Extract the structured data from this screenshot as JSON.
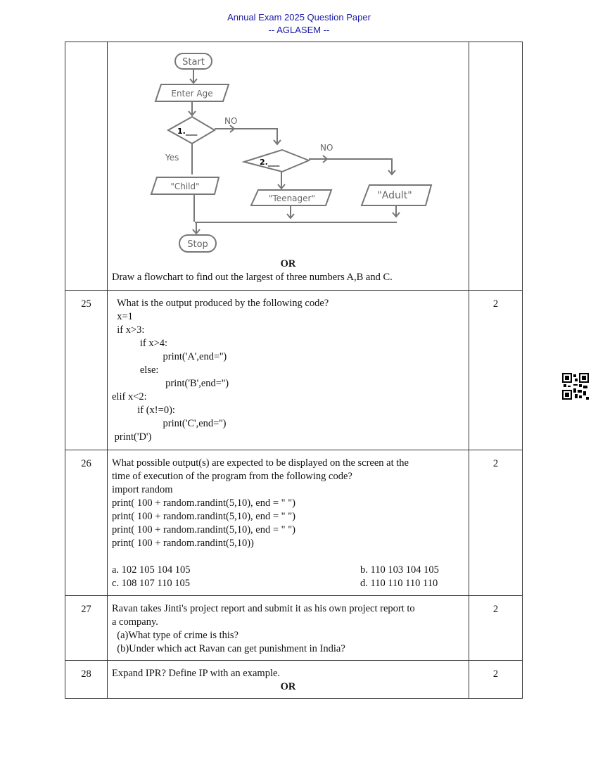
{
  "header": {
    "title": "Annual Exam 2025 Question Paper",
    "subtitle": "-- AGLASEM --"
  },
  "q24": {
    "flowchart": {
      "start": "Start",
      "input": "Enter Age",
      "decision1": "1.___",
      "decision2": "2.___",
      "yes": "Yes",
      "no1": "NO",
      "no2": "NO",
      "out_child": "\"Child\"",
      "out_teen": "\"Teenager\"",
      "out_adult": "\"Adult\"",
      "stop": "Stop"
    },
    "or": "OR",
    "alt": "Draw a flowchart to find out the largest of three numbers A,B and C."
  },
  "q25": {
    "number": "25",
    "marks": "2",
    "lines": [
      "  What is the output produced by the following code?",
      "  x=1",
      "  if x>3:",
      "           if x>4:",
      "                    print('A',end='')",
      "           else:",
      "                     print('B',end='')",
      "elif x<2:",
      "          if (x!=0):",
      "                    print('C',end='')",
      " print('D')"
    ]
  },
  "q26": {
    "number": "26",
    "marks": "2",
    "lines": [
      "What possible output(s) are expected to be displayed on the screen at the",
      "time of execution of the program from the following code?",
      "import random",
      "print( 100 + random.randint(5,10), end = \" \")",
      "print( 100 + random.randint(5,10), end = \" \")",
      "print( 100 + random.randint(5,10), end = \" \")",
      "print( 100 + random.randint(5,10))"
    ],
    "options": [
      "a. 102 105 104 105",
      "b. 110 103 104 105",
      "c. 108 107 110 105",
      "d. 110 110 110 110"
    ]
  },
  "q27": {
    "number": "27",
    "marks": "2",
    "lines": [
      "Ravan takes Jinti's project report and submit it as his own project report to",
      "a company.",
      "  (a)What type of crime is this?",
      "  (b)Under which act Ravan can get punishment in India?"
    ]
  },
  "q28": {
    "number": "28",
    "marks": "2",
    "text": "Expand IPR? Define IP with an example.",
    "or": "OR"
  }
}
